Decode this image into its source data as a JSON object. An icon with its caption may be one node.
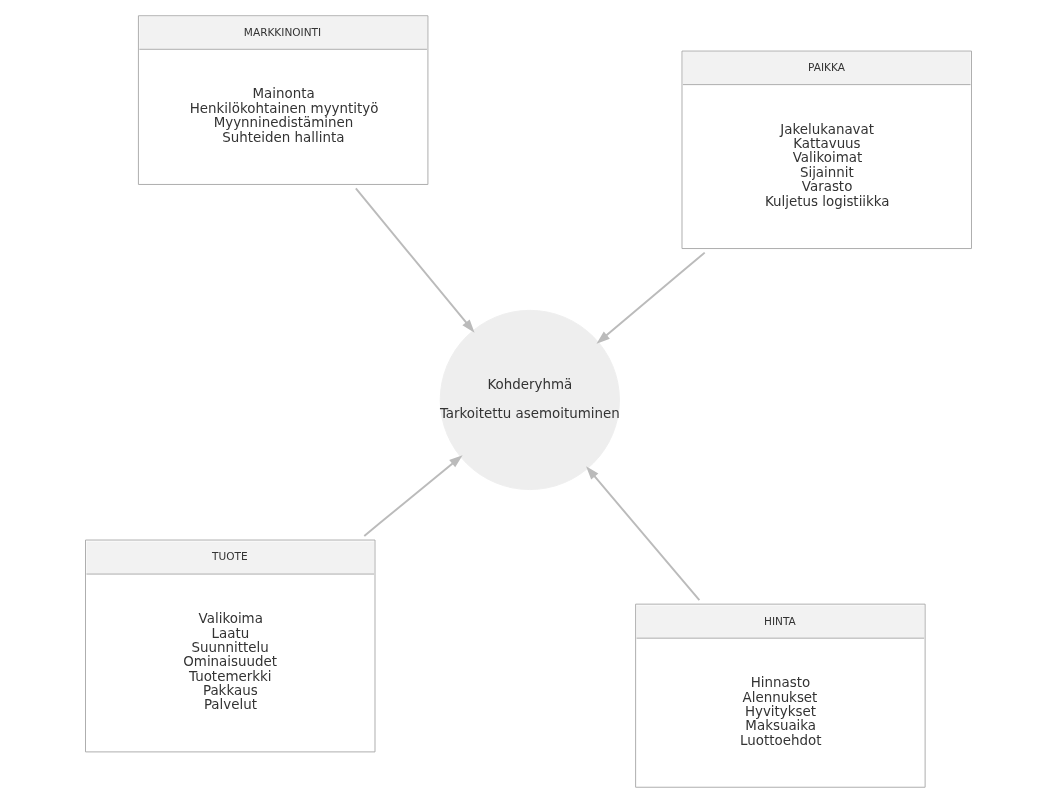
{
  "diagram": {
    "nodes": [
      {
        "text": [
          "TUOTE",
          "Valikoima",
          "Laatu",
          "Suunnittelu",
          "Ominaisuudet",
          "Tuotemerkki",
          "Pakkaus",
          "Palvelut"
        ]
      },
      {
        "text": [
          "HINTA",
          "Hinnasto",
          "Alennukset",
          "Hyvitykset",
          "Maksuaika",
          "Luottoehdot"
        ]
      },
      {
        "text": [
          "Kohderyhmä",
          "Tarkoitettu asemoituminen"
        ]
      },
      {
        "text": [
          "MARKKINOINTI",
          "Mainonta",
          "Henkilökohtainen myyntityö",
          "Myynninedistäminen",
          "Suhteiden hallinta"
        ]
      },
      {
        "text": [
          "PAIKKA",
          "Jakelukanavat",
          "Kattavuus",
          "Valikoimat",
          "Sijainnit",
          "Varasto",
          "Kuljetus logistiikka"
        ]
      }
    ],
    "edges": [
      {
        "from": 0,
        "to": 2,
        "arrow": "to"
      },
      {
        "from": 1,
        "to": 2,
        "arrow": "to"
      },
      {
        "from": 3,
        "to": 2,
        "arrow": "to"
      },
      {
        "from": 4,
        "to": 2,
        "arrow": "to"
      }
    ]
  }
}
